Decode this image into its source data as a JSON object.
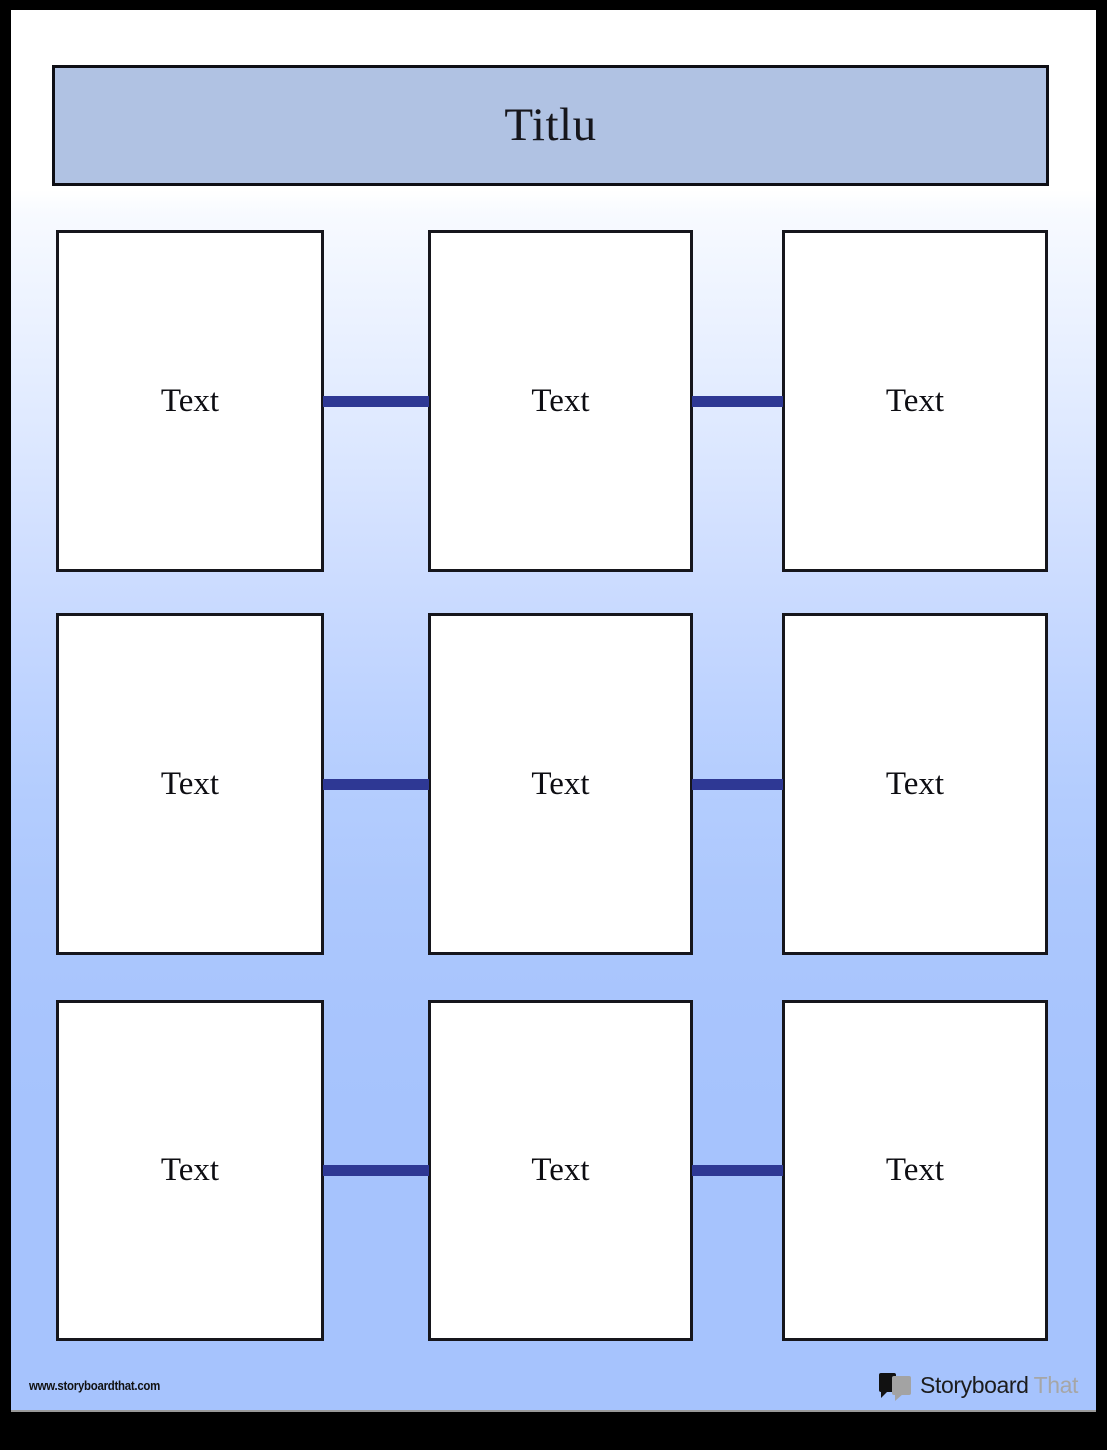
{
  "poster": {
    "title": "Titlu",
    "title_bar_color": "#b0c2e3",
    "border_color": "#16161c",
    "background_top_color": "#ffffff",
    "background_bottom_color": "#a6c3fd",
    "connector_color": "#2e3894"
  },
  "grid": {
    "rows": [
      {
        "cells": [
          {
            "label": "Text"
          },
          {
            "label": "Text"
          },
          {
            "label": "Text"
          }
        ]
      },
      {
        "cells": [
          {
            "label": "Text"
          },
          {
            "label": "Text"
          },
          {
            "label": "Text"
          }
        ]
      },
      {
        "cells": [
          {
            "label": "Text"
          },
          {
            "label": "Text"
          },
          {
            "label": "Text"
          }
        ]
      }
    ]
  },
  "footer": {
    "url": "www.storyboardthat.com",
    "brand_primary": "Storyboard",
    "brand_secondary": "That",
    "brand_icon": "speech-bubbles-icon",
    "background_color": "#a6c3fd"
  }
}
